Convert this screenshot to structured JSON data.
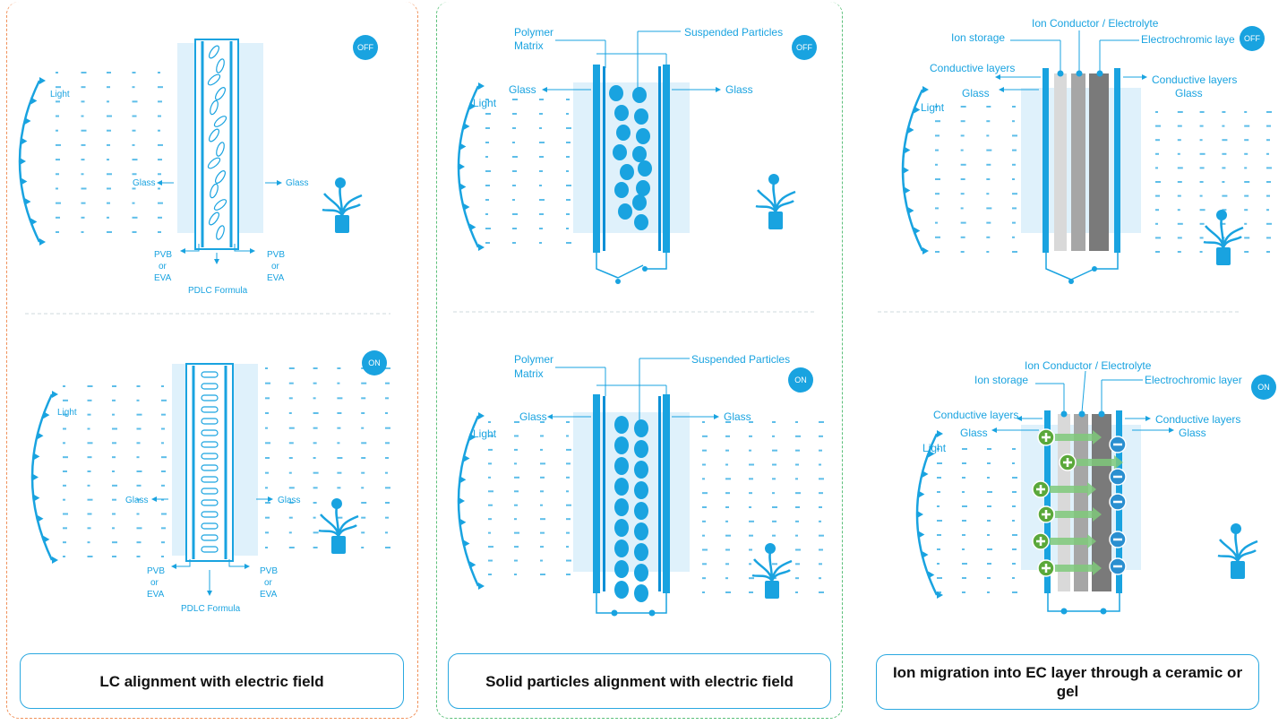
{
  "captions": {
    "lc": "LC alignment with electric field",
    "spd": "Solid particles alignment with electric field",
    "ec": "Ion migration into EC layer through a ceramic or gel"
  },
  "lc": {
    "top": {
      "state": "OFF",
      "light": "Light",
      "glass_left": "Glass",
      "glass_right": "Glass",
      "pvb_left": [
        "PVB",
        "or",
        "EVA"
      ],
      "pvb_right": [
        "PVB",
        "or",
        "EVA"
      ],
      "formula": "PDLC Formula"
    },
    "bottom": {
      "state": "ON",
      "light": "Light",
      "glass_left": "Glass",
      "glass_right": "Glass",
      "pvb_left": [
        "PVB",
        "or",
        "EVA"
      ],
      "pvb_right": [
        "PVB",
        "or",
        "EVA"
      ],
      "formula": "PDLC Formula"
    }
  },
  "spd": {
    "top": {
      "state": "OFF",
      "polymer": [
        "Polymer",
        "Matrix"
      ],
      "particles": "Suspended Particles",
      "glass_left": "Glass",
      "glass_right": "Glass",
      "light": "Light"
    },
    "bottom": {
      "state": "ON",
      "polymer": [
        "Polymer",
        "Matrix"
      ],
      "particles": "Suspended Particles",
      "glass_left": "Glass",
      "glass_right": "Glass",
      "light": "Light"
    }
  },
  "ec": {
    "top": {
      "state": "OFF",
      "conductor": "Ion Conductor / Electrolyte",
      "storage": "Ion storage",
      "ec_layer": "Electrochromic laye",
      "cond_left": "Conductive layers",
      "cond_right": "Conductive layers",
      "glass_left": "Glass",
      "glass_right": "Glass",
      "light": "Light"
    },
    "bottom": {
      "state": "ON",
      "conductor": "Ion Conductor / Electrolyte",
      "storage": "Ion storage",
      "ec_layer": "Electrochromic layer",
      "cond_left": "Conductive layers",
      "cond_right": "Conductive layers",
      "glass_left": "Glass",
      "glass_right": "Glass",
      "light": "Light"
    }
  },
  "colors": {
    "primary": "#19a3e0",
    "dark": "#0b8fd6",
    "glass": "#dff1fb",
    "orange": "#f0915a",
    "green": "#5cc07a",
    "plus": "#5aa83a",
    "minus": "#2a8fd0"
  }
}
